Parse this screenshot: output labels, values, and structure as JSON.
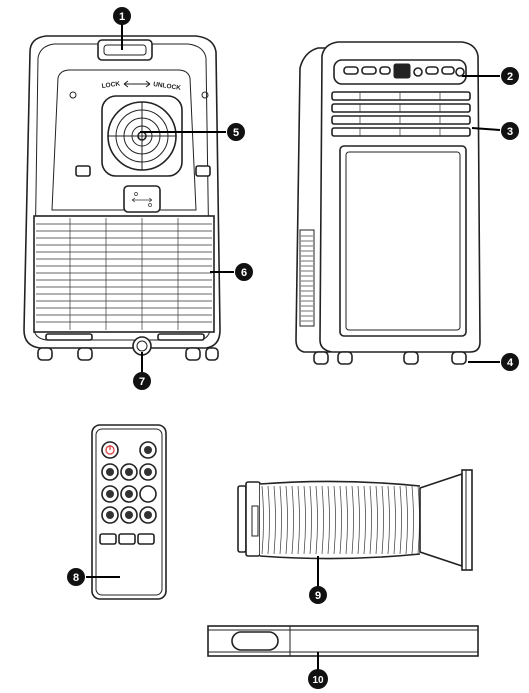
{
  "callouts": [
    "1",
    "2",
    "3",
    "4",
    "5",
    "6",
    "7",
    "8",
    "9",
    "10"
  ],
  "rear_panel": {
    "lock_label": "LOCK",
    "unlock_label": "UNLOCK"
  },
  "colors": {
    "power_button": "#e05050",
    "outline": "#222222"
  },
  "remote_icons": [
    "power-icon",
    "timer-icon",
    "mode-icon",
    "up-arrow-icon",
    "fan-icon",
    "sleep-icon",
    "down-arrow-icon",
    "blank-button",
    "snowflake-icon",
    "fan-speed-icon",
    "moon-icon",
    "blank-button",
    "blank-button",
    "swing-icon"
  ]
}
